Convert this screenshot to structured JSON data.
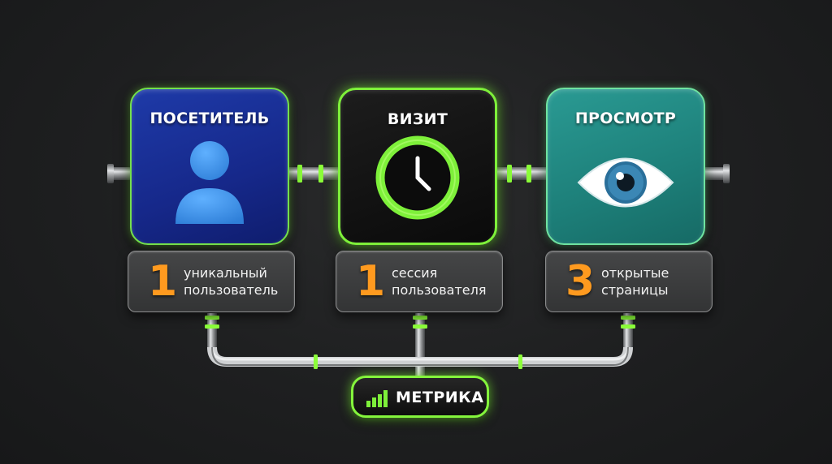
{
  "cards": [
    {
      "title": "ПОСЕТИТЕЛЬ",
      "icon": "person-icon",
      "color": "#1a2f96"
    },
    {
      "title": "ВИЗИТ",
      "icon": "clock-icon",
      "color": "#0a0a0a"
    },
    {
      "title": "ПРОСМОТР",
      "icon": "eye-icon",
      "color": "#1f8580"
    }
  ],
  "stats": [
    {
      "number": "1",
      "line1": "уникальный",
      "line2": "пользователь"
    },
    {
      "number": "1",
      "line1": "сессия",
      "line2": "пользователя"
    },
    {
      "number": "3",
      "line1": "открытые",
      "line2": "страницы"
    }
  ],
  "metrika": {
    "label": "МЕТРИКА",
    "icon": "bar-chart-icon"
  },
  "colors": {
    "accent_green": "#7ef03a",
    "number_orange": "#ff9a1f"
  }
}
